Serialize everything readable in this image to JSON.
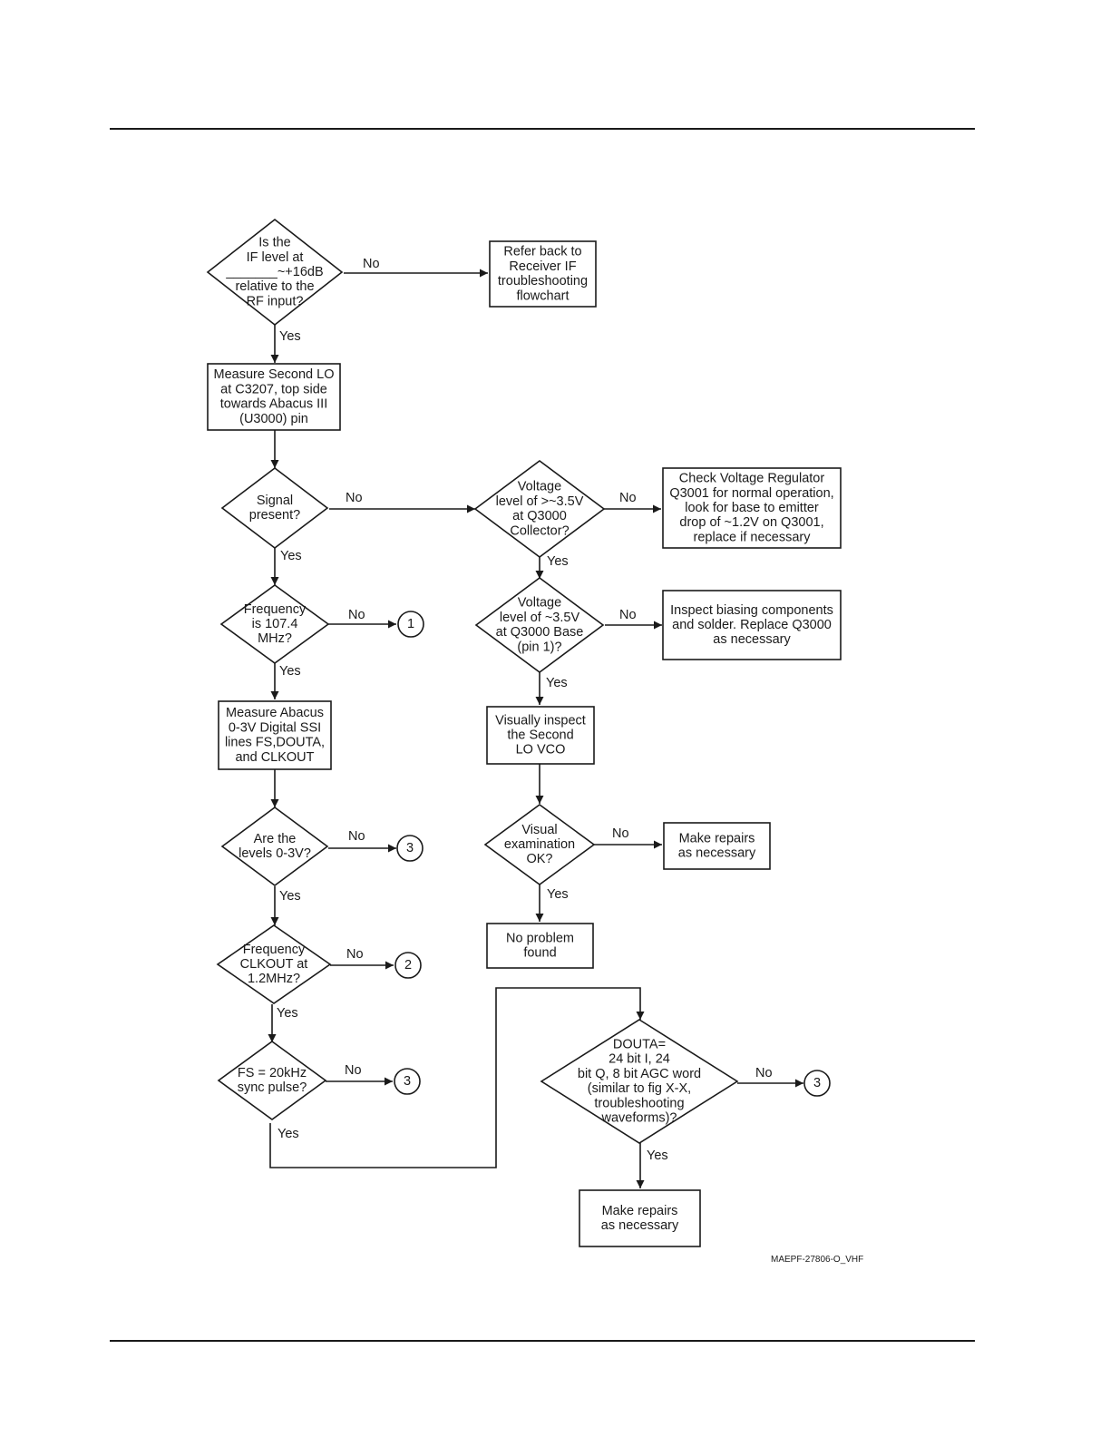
{
  "nodes": {
    "d_if_level": [
      "Is the",
      "IF level at",
      "_______~+16dB",
      "relative to the",
      "RF input?"
    ],
    "b_refer_back": [
      "Refer back to",
      "Receiver IF",
      "troubleshooting",
      "flowchart"
    ],
    "b_measure_lo": [
      "Measure Second LO",
      "at C3207, top side",
      "towards Abacus III",
      "(U3000) pin"
    ],
    "d_signal": [
      "Signal",
      "present?"
    ],
    "d_voltage_collector": [
      "Voltage",
      "level of >~3.5V",
      "at Q3000",
      "Collector?"
    ],
    "b_check_regulator": [
      "Check Voltage Regulator",
      "Q3001 for normal operation,",
      "look for base to emitter",
      "drop of ~1.2V on Q3001,",
      "replace if necessary"
    ],
    "d_frequency": [
      "Frequency",
      "is 107.4",
      "MHz?"
    ],
    "d_voltage_base": [
      "Voltage",
      "level of ~3.5V",
      "at Q3000 Base",
      "(pin 1)?"
    ],
    "b_inspect_biasing": [
      "Inspect biasing components",
      "and solder. Replace Q3000",
      "as necessary"
    ],
    "b_measure_abacus": [
      "Measure Abacus",
      "0-3V Digital SSI",
      "lines FS,DOUTA,",
      "and CLKOUT"
    ],
    "b_visual_inspect": [
      "Visually inspect",
      "the Second",
      "LO VCO"
    ],
    "d_levels": [
      "Are the",
      "levels 0-3V?"
    ],
    "d_visual_ok": [
      "Visual",
      "examination",
      "OK?"
    ],
    "b_repairs_1": [
      "Make repairs",
      "as necessary"
    ],
    "b_no_problem": [
      "No problem",
      "found"
    ],
    "d_clkout": [
      "Frequency",
      "CLKOUT at",
      "1.2MHz?"
    ],
    "d_douta": [
      "DOUTA=",
      "24 bit I, 24",
      "bit Q, 8 bit AGC word",
      "(similar to fig X-X,",
      "troubleshooting",
      "waveforms)?"
    ],
    "d_fs": [
      "FS = 20kHz",
      "sync pulse?"
    ],
    "b_repairs_2": [
      "Make repairs",
      "as necessary"
    ]
  },
  "connectors": {
    "c1": "1",
    "c2": "2",
    "c3a": "3",
    "c3b": "3",
    "c3c": "3"
  },
  "edge_labels": {
    "yes": "Yes",
    "no": "No"
  },
  "footer": {
    "diagram_code": "MAEPF-27806-O_VHF"
  },
  "colors": {
    "ink": "#1a1a1a",
    "background": "#ffffff"
  }
}
